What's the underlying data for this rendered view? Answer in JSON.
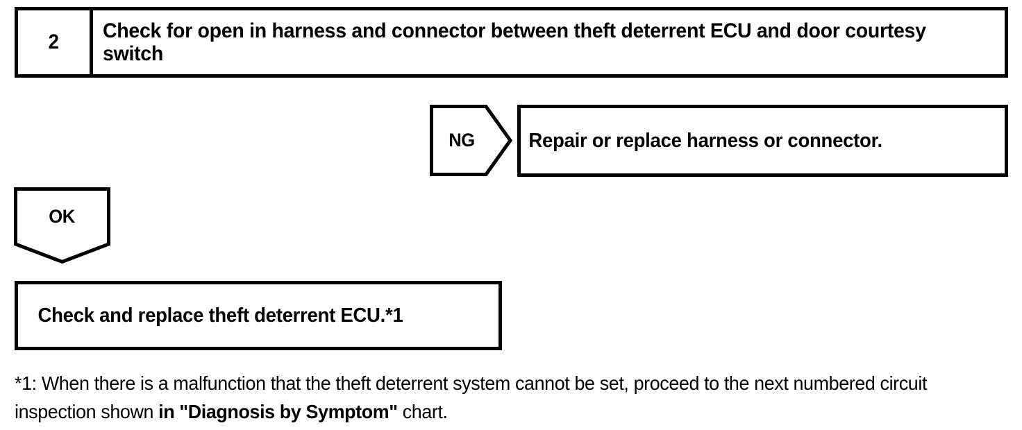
{
  "step": {
    "number": "2",
    "instruction": "Check for open in harness and connector between theft deterrent ECU and door courtesy switch"
  },
  "branches": {
    "ng": {
      "label": "NG",
      "marker_shape": "right-pointing-pentagon",
      "result": "Repair or replace harness or connector."
    },
    "ok": {
      "label": "OK",
      "marker_shape": "down-pointing-pentagon",
      "result": "Check and replace theft deterrent ECU.*1"
    }
  },
  "footnote": {
    "marker": "*1:",
    "part1": " When there is a malfunction that the theft deterrent system cannot be set, proceed to the next numbered circuit inspection shown ",
    "emphasis": "in \"Diagnosis by Symptom\"",
    "part2": " chart."
  },
  "colors": {
    "ink": "#000000",
    "paper": "#ffffff"
  }
}
